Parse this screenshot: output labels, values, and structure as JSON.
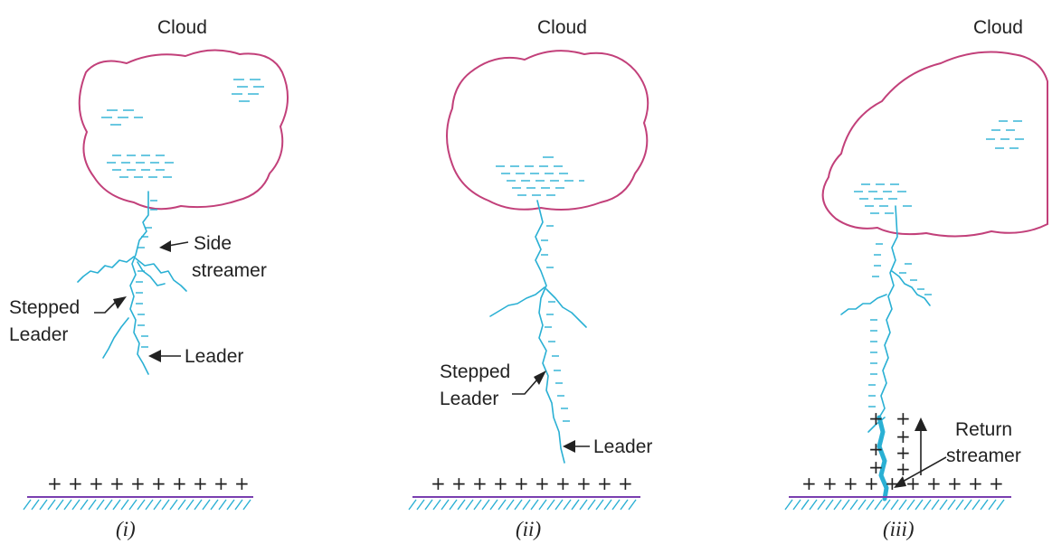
{
  "panels": [
    {
      "cloud_label": "Cloud",
      "caption": "(i)",
      "labels": {
        "side_streamer_1": "Side",
        "side_streamer_2": "streamer",
        "stepped_leader_1": "Stepped",
        "stepped_leader_2": "Leader",
        "leader": "Leader"
      }
    },
    {
      "cloud_label": "Cloud",
      "caption": "(ii)",
      "labels": {
        "stepped_leader_1": "Stepped",
        "stepped_leader_2": "Leader",
        "leader": "Leader"
      }
    },
    {
      "cloud_label": "Cloud",
      "caption": "(iii)",
      "labels": {
        "return_streamer_1": "Return",
        "return_streamer_2": "streamer"
      }
    }
  ],
  "symbols": {
    "ground_charge": "+",
    "cloud_charge": "–"
  },
  "colors": {
    "cloud": "#c2407a",
    "lightning": "#2ab0d4",
    "ground": "#7a3fb0",
    "text": "#222222"
  }
}
